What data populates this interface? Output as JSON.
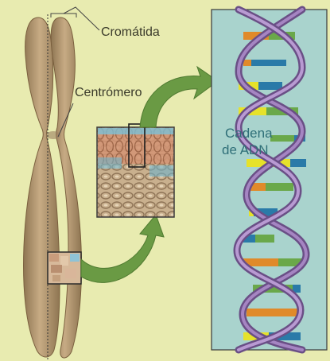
{
  "labels": {
    "chromatid": "Cromátida",
    "centromere": "Centrómero",
    "dna_chain_line1": "Cadena",
    "dna_chain_line2": "de ADN"
  },
  "colors": {
    "background": "#e8ebb0",
    "chromosome": "#b89a74",
    "arrow": "#6a9a44",
    "dna_panel": "#a9d3cd",
    "helix": "#8a6aa8",
    "base_orange": "#e08a2a",
    "base_green": "#6aa84a",
    "base_yellow": "#e6e22a",
    "base_blue": "#2a7aa8"
  }
}
